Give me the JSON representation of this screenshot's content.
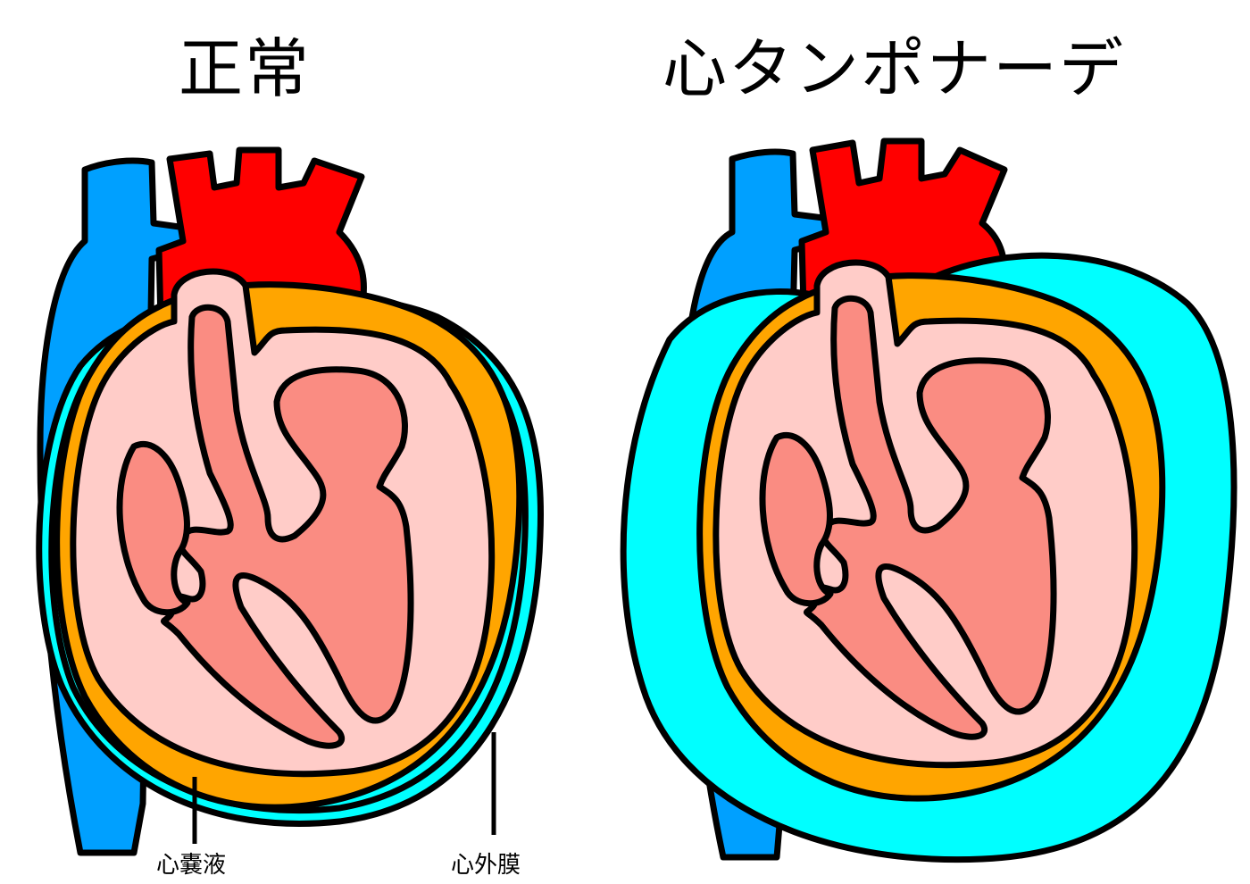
{
  "titles": {
    "normal": "正常",
    "tamponade": "心タンポナーデ"
  },
  "labels": {
    "pericardial_fluid": "心嚢液",
    "epicardium": "心外膜"
  },
  "colors": {
    "vein": "#00a0ff",
    "artery": "#ff0000",
    "fluid": "#00ffff",
    "fat": "#ffa500",
    "myocardium": "#ffccc8",
    "chamber": "#fa8c82"
  }
}
